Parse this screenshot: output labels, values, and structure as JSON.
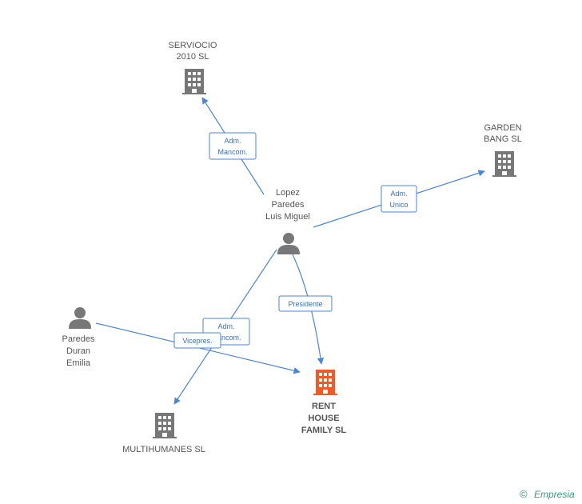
{
  "colors": {
    "company": "#777777",
    "company_main": "#f05a28",
    "person": "#777777",
    "edge": "#4a86d4"
  },
  "nodes": {
    "serviocio": {
      "lines": [
        "SERVIOCIO",
        "2010 SL"
      ],
      "icon": "building-icon"
    },
    "garden": {
      "lines": [
        "GARDEN",
        "BANG SL"
      ],
      "icon": "building-icon"
    },
    "lopez": {
      "lines": [
        "Lopez",
        "Paredes",
        "Luis Miguel"
      ],
      "icon": "person-icon"
    },
    "paredes": {
      "lines": [
        "Paredes",
        "Duran",
        "Emilia"
      ],
      "icon": "person-icon"
    },
    "multihumanes": {
      "lines": [
        "MULTIHUMANES SL"
      ],
      "icon": "building-icon"
    },
    "rent": {
      "lines": [
        "RENT",
        "HOUSE",
        "FAMILY SL"
      ],
      "icon": "building-icon-highlighted"
    }
  },
  "edges": {
    "lopez_serviocio": [
      "Adm.",
      "Mancom."
    ],
    "lopez_garden": [
      "Adm.",
      "Unico"
    ],
    "lopez_rent": [
      "Presidente"
    ],
    "lopez_multihumanes": [
      "Adm.",
      "Mancom."
    ],
    "paredes_rent": [
      "Vicepres."
    ]
  },
  "credit": {
    "symbol": "©",
    "brand": "Empresia"
  }
}
